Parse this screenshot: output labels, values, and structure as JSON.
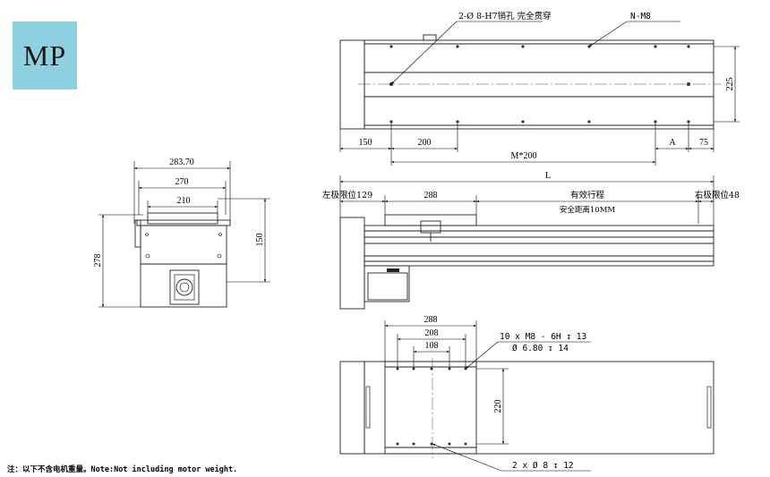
{
  "logo": {
    "text": "MP"
  },
  "note": "注：以下不含电机重量。Note:Not including motor weight.",
  "end_view": {
    "dims": {
      "width_overall": "283.70",
      "width_mid": "270",
      "width_top": "210",
      "height_total": "278",
      "height_upper": "150"
    }
  },
  "top_view": {
    "callouts": {
      "pin_hole": "2-Ø 8-H7销孔 完全贯穿",
      "thread": "N-M8"
    },
    "dims": {
      "left": "150",
      "pitch": "200",
      "span": "M*200",
      "a": "A",
      "right": "75",
      "depth": "225"
    }
  },
  "side_view": {
    "dims": {
      "length": "L",
      "left_limit": "左极限位129",
      "carriage": "288",
      "stroke": "有效行程",
      "safety": "安全距离10MM",
      "right_limit": "右极限位48"
    }
  },
  "bottom_view": {
    "dims": {
      "w288": "288",
      "w208": "208",
      "w108": "108",
      "depth220": "220"
    },
    "callouts": {
      "thread_line1": "10 x  M8 - 6H ↧ 13",
      "thread_line2": "Ø 6.80 ↧ 14",
      "pin": "2 x Ø 8 ↧ 12"
    }
  }
}
